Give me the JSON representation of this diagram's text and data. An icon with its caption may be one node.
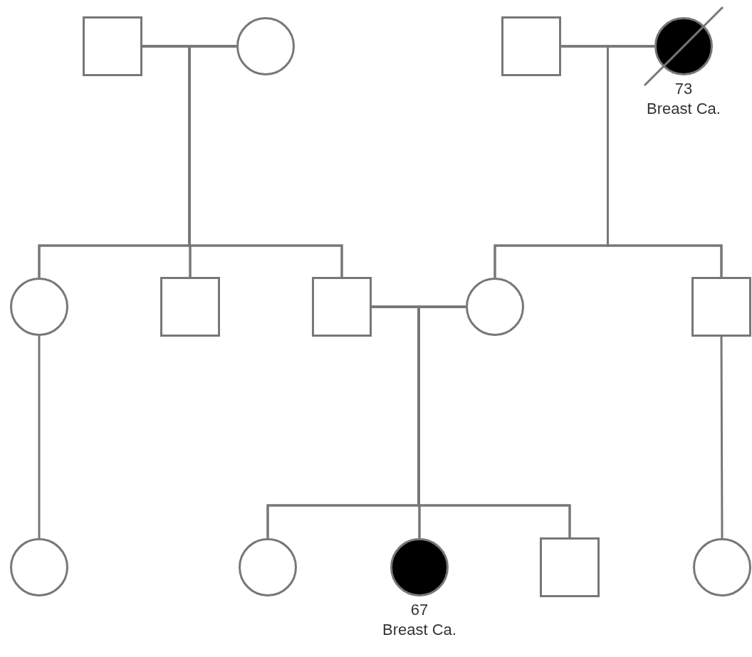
{
  "diagram": {
    "nodes": [
      {
        "text": [],
        "shape": "box"
      },
      {
        "text": [],
        "shape": "circle"
      },
      {
        "text": [],
        "shape": "box"
      },
      {
        "text": [],
        "shape": "circle",
        "beside": [
          "73",
          "Breast Ca."
        ]
      },
      {
        "text": [],
        "shape": "circle"
      },
      {
        "text": [],
        "shape": "box"
      },
      {
        "text": [],
        "shape": "box"
      },
      {
        "text": [],
        "shape": "circle"
      },
      {
        "text": [],
        "shape": "box"
      },
      {
        "text": [],
        "shape": "circle"
      },
      {
        "text": [],
        "shape": "circle"
      },
      {
        "text": [],
        "shape": "circle",
        "beside": [
          "67",
          "Breast Ca."
        ]
      },
      {
        "text": [],
        "shape": "box"
      },
      {
        "text": [],
        "shape": "circle"
      }
    ],
    "edges": [
      {
        "from": 0,
        "to": 1,
        "arrow": "none"
      },
      {
        "from": 2,
        "to": 3,
        "arrow": "none"
      },
      {
        "from": 6,
        "to": 7,
        "arrow": "none"
      },
      {
        "from": 0,
        "to": 4,
        "arrow": "none"
      },
      {
        "from": 1,
        "to": 4,
        "arrow": "none"
      },
      {
        "from": 0,
        "to": 5,
        "arrow": "none"
      },
      {
        "from": 1,
        "to": 5,
        "arrow": "none"
      },
      {
        "from": 0,
        "to": 6,
        "arrow": "none"
      },
      {
        "from": 1,
        "to": 6,
        "arrow": "none"
      },
      {
        "from": 2,
        "to": 7,
        "arrow": "none"
      },
      {
        "from": 3,
        "to": 7,
        "arrow": "none"
      },
      {
        "from": 2,
        "to": 8,
        "arrow": "none"
      },
      {
        "from": 3,
        "to": 8,
        "arrow": "none"
      },
      {
        "from": 6,
        "to": 10,
        "arrow": "none"
      },
      {
        "from": 7,
        "to": 10,
        "arrow": "none"
      },
      {
        "from": 6,
        "to": 11,
        "arrow": "none"
      },
      {
        "from": 7,
        "to": 11,
        "arrow": "none"
      },
      {
        "from": 6,
        "to": 12,
        "arrow": "none"
      },
      {
        "from": 7,
        "to": 12,
        "arrow": "none"
      },
      {
        "from": 4,
        "to": 9,
        "arrow": "none"
      },
      {
        "from": 8,
        "to": 13,
        "arrow": "none"
      }
    ]
  }
}
